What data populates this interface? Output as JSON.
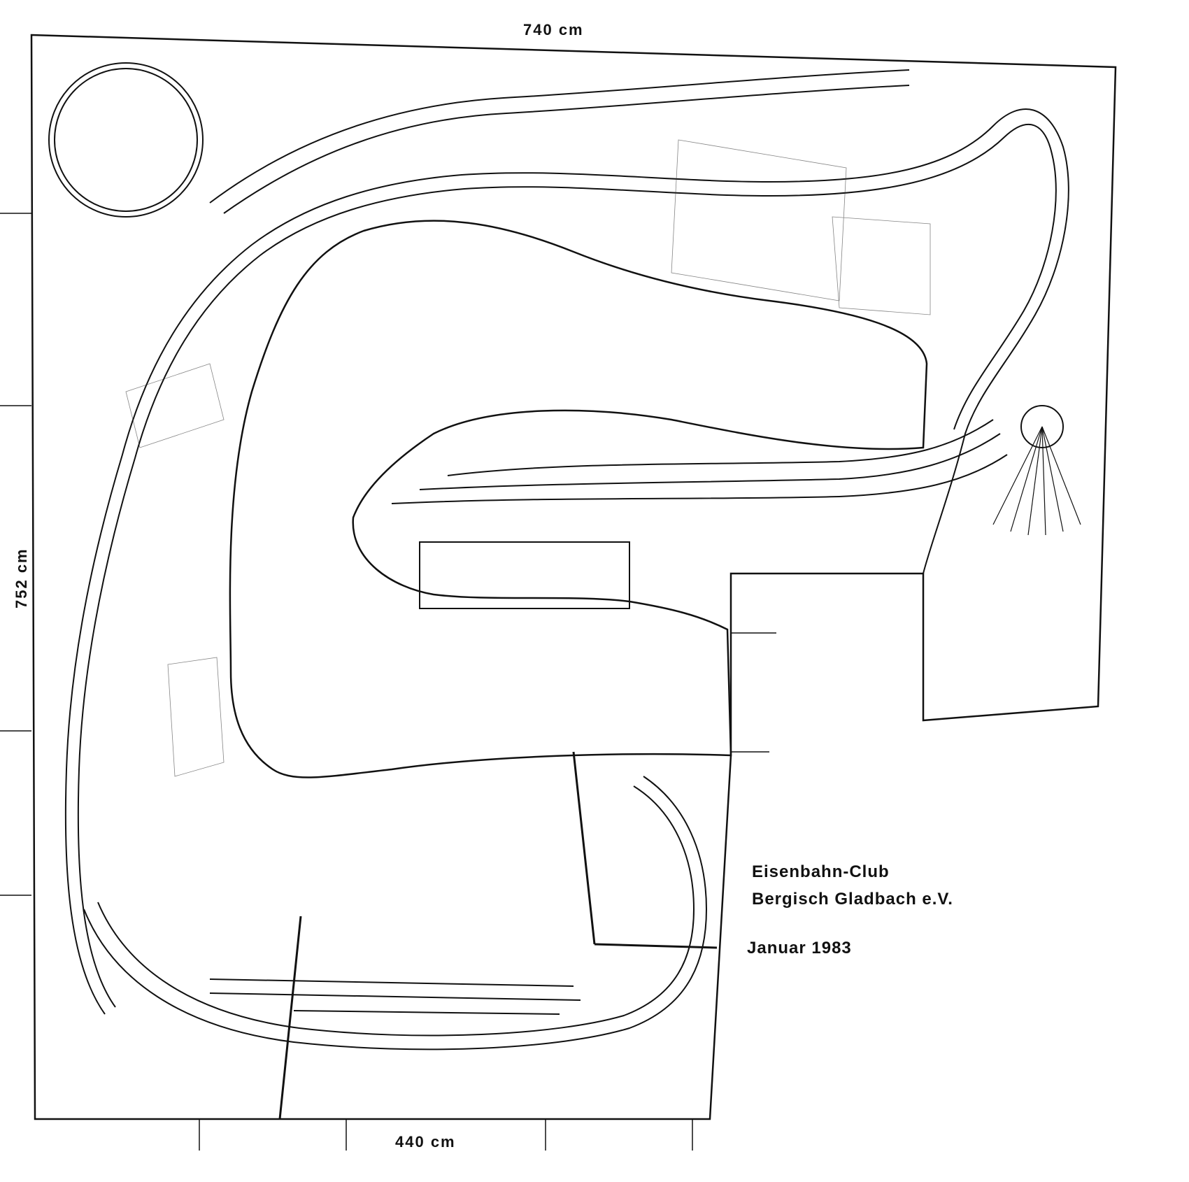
{
  "dimensions": {
    "top": "740 cm",
    "left": "752 cm",
    "bottom": "440 cm"
  },
  "credits": {
    "club_line1": "Eisenbahn-Club",
    "club_line2": "Bergisch Gladbach e.V.",
    "date": "Januar 1983"
  },
  "colors": {
    "ink": "#111111",
    "paper": "#ffffff"
  }
}
